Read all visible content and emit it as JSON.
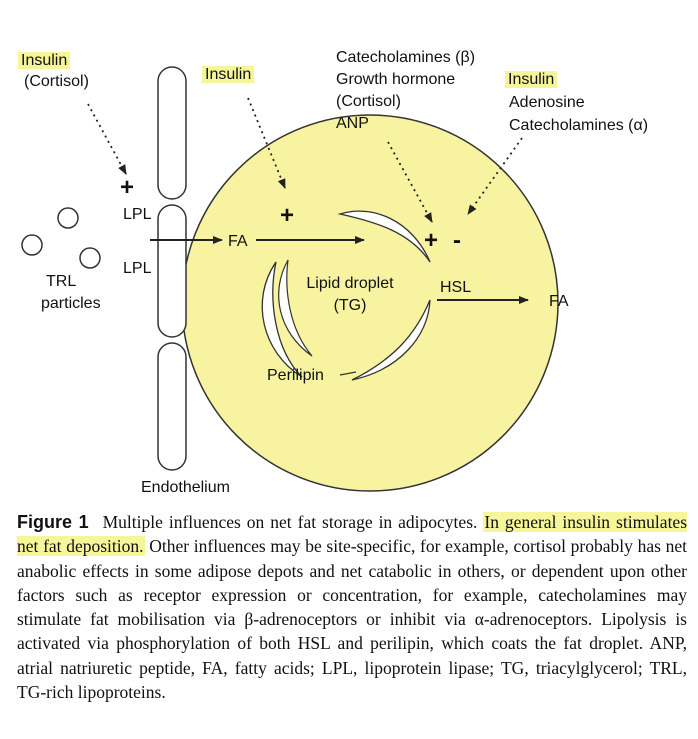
{
  "diagram": {
    "labels": {
      "insulin_left": "Insulin",
      "cortisol_left": "(Cortisol)",
      "insulin_mid": "Insulin",
      "catecholamines_beta": "Catecholamines (β)",
      "growth_hormone": "Growth hormone",
      "cortisol_mid": "(Cortisol)",
      "anp": "ANP",
      "insulin_right": "Insulin",
      "adenosine": "Adenosine",
      "catecholamines_alpha": "Catecholamines (α)",
      "lpl_top": "LPL",
      "lpl_bottom": "LPL",
      "trl_line1": "TRL",
      "trl_line2": "particles",
      "fa_in": "FA",
      "lipid_droplet_line1": "Lipid droplet",
      "lipid_droplet_line2": "(TG)",
      "hsl": "HSL",
      "fa_out": "FA",
      "perilipin": "Perilipin",
      "endothelium": "Endothelium"
    },
    "signs": {
      "plus_lpl": "+",
      "plus_insulin": "+",
      "plus_hsl": "+",
      "minus_hsl": "-"
    },
    "colors": {
      "cell_fill": "#f8f3a0",
      "highlight": "#f7f59a",
      "stroke": "#222222"
    }
  },
  "caption": {
    "label": "Figure 1",
    "sentence1": "Multiple influences on net fat storage in adipocytes.",
    "highlighted": "In general insulin stimulates net fat deposition.",
    "rest": "Other influences may be site-specific, for example, cortisol probably has net anabolic effects in some adipose depots and net catabolic in others, or dependent upon other factors such as receptor expression or concentration, for example, catecholamines may stimulate fat mobilisation via β-adrenoceptors or inhibit via α-adrenoceptors. Lipolysis is activated via phosphorylation of both HSL and perilipin, which coats the fat droplet. ANP, atrial natriuretic peptide, FA, fatty acids; LPL, lipoprotein lipase; TG, triacylglycerol; TRL, TG-rich lipoproteins."
  }
}
